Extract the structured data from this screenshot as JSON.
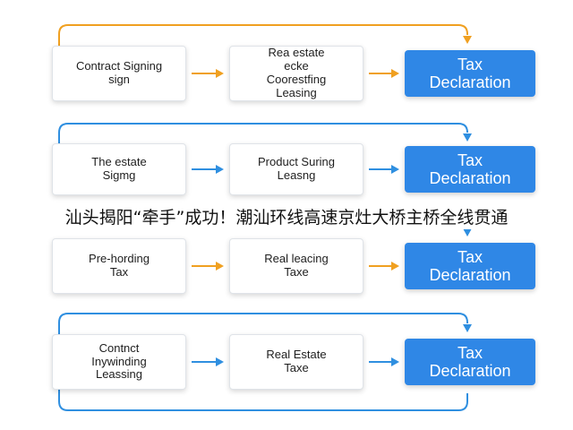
{
  "rows": [
    {
      "color": "#f0a020",
      "box1": [
        "Contract Signing",
        "sign"
      ],
      "box2": [
        "Rea estate",
        "ecke",
        "Coorestfing",
        "Leasing"
      ],
      "tax": [
        "Tax",
        "Declaration"
      ]
    },
    {
      "color": "#2f8fe0",
      "box1": [
        "The estate",
        "Sigmg"
      ],
      "box2": [
        "Product Suring",
        "Leasng"
      ],
      "tax": [
        "Tax",
        "Declaration"
      ]
    },
    {
      "color": "#f0a020",
      "box1": [
        "Pre-hording",
        "Tax"
      ],
      "box2": [
        "Real leacing",
        "Taxe"
      ],
      "tax": [
        "Tax",
        "Declaration"
      ]
    },
    {
      "color": "#2f8fe0",
      "box1": [
        "Contnct",
        "Inywinding",
        "Leassing"
      ],
      "box2": [
        "Real Estate",
        "Taxe"
      ],
      "tax": [
        "Tax",
        "Declaration"
      ]
    }
  ],
  "banner": "汕头揭阳“牵手”成功！潮汕环线高速京灶大桥主桥全线贯通"
}
